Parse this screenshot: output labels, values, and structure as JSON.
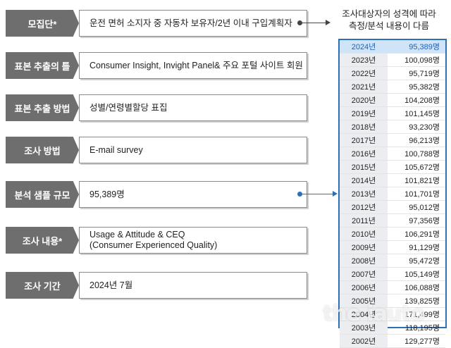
{
  "rows": [
    {
      "label": "모집단*",
      "lines": [
        "운전 면허 소지자 중 자동차 보유자/2년 이내 구입계획자"
      ]
    },
    {
      "label": "표본 추출의 틀",
      "lines": [
        "Consumer Insight, Invight Panel& 주요 포털 사이트 회원"
      ]
    },
    {
      "label": "표본 추출 방법",
      "lines": [
        "성별/연령별할당 표집"
      ]
    },
    {
      "label": "조사 방법",
      "lines": [
        "E-mail survey"
      ]
    },
    {
      "label": "분석 샘플 규모",
      "lines": [
        "95,389명"
      ]
    },
    {
      "label": "조사 내용*",
      "lines": [
        "Usage & Attitude & CEQ",
        "(Consumer Experienced Quality)"
      ]
    },
    {
      "label": "조사 기간",
      "lines": [
        "2024년 7월"
      ]
    }
  ],
  "note": {
    "line1": "조사대상자의 성격에 따라",
    "line2": "측정/분석 내용이 다름"
  },
  "samples": [
    {
      "year": "2024년",
      "count": "95,389명"
    },
    {
      "year": "2023년",
      "count": "100,098명"
    },
    {
      "year": "2022년",
      "count": "95,719명"
    },
    {
      "year": "2021년",
      "count": "95,382명"
    },
    {
      "year": "2020년",
      "count": "104,208명"
    },
    {
      "year": "2019년",
      "count": "101,145명"
    },
    {
      "year": "2018년",
      "count": "93,230명"
    },
    {
      "year": "2017년",
      "count": "96,213명"
    },
    {
      "year": "2016년",
      "count": "100,788명"
    },
    {
      "year": "2015년",
      "count": "105,672명"
    },
    {
      "year": "2014년",
      "count": "101,821명"
    },
    {
      "year": "2013년",
      "count": "101,701명"
    },
    {
      "year": "2012년",
      "count": "95,012명"
    },
    {
      "year": "2011년",
      "count": "97,356명"
    },
    {
      "year": "2010년",
      "count": "106,291명"
    },
    {
      "year": "2009년",
      "count": "91,129명"
    },
    {
      "year": "2008년",
      "count": "95,472명"
    },
    {
      "year": "2007년",
      "count": "105,149명"
    },
    {
      "year": "2006년",
      "count": "106,088명"
    },
    {
      "year": "2005년",
      "count": "139,825명"
    },
    {
      "year": "2004년",
      "count": "171,499명"
    },
    {
      "year": "2003년",
      "count": "118,195명"
    },
    {
      "year": "2002년",
      "count": "129,277명"
    }
  ],
  "highlight_index": 0,
  "watermark": "the iauto",
  "colors": {
    "label_bg": "#6e6e6e",
    "accent": "#2c70b8",
    "highlight_text": "#1f5fbf"
  }
}
